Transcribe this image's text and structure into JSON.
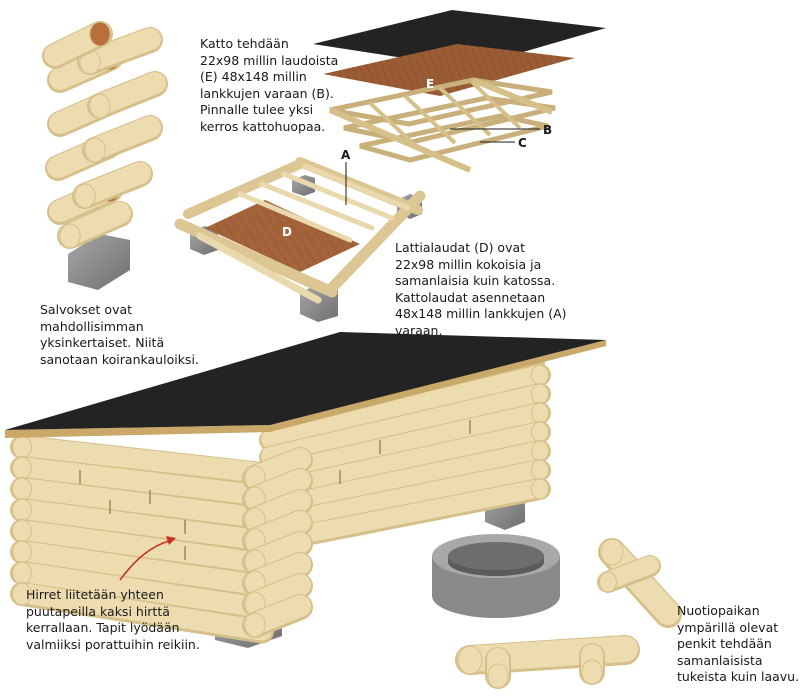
{
  "captions": {
    "roof": [
      "Katto tehdään",
      "22x98 millin laudoista",
      "(E) 48x148 millin",
      "lankkujen varaan (B).",
      "Pinnalle tulee yksi",
      "kerros kattohuopaa."
    ],
    "joints": [
      "Salvokset ovat",
      "mahdollisimman",
      "yksinkertaiset. Niitä",
      "sanotaan koirankauloiksi."
    ],
    "floor": [
      "Lattialaudat (D) ovat",
      "22x98 millin kokoisia ja",
      "samanlaisia kuin katossa.",
      "Kattolaudat asennetaan",
      "48x148 millin lankkujen (A)",
      "varaan."
    ],
    "pins": [
      "Hirret liitetään yhteen",
      "puutapeilla kaksi hirttä",
      "kerrallaan. Tapit lyödään",
      "valmiiksi porattuihin reikiin."
    ],
    "benches": [
      "Nuotiopaikan",
      "ympärillä olevat",
      "penkit tehdään",
      "samanlaisista",
      "tukeista kuin laavu."
    ]
  },
  "part_labels": {
    "a": "A",
    "b": "B",
    "c": "C",
    "d": "D",
    "e": "E"
  },
  "colors": {
    "log": "#ecdcb0",
    "log_shade": "#d6c089",
    "log_end": "#b86f3c",
    "roof_felt": "#232323",
    "boards": "#a4633a",
    "stone": "#8e8e8e",
    "arrow": "#c8321e"
  }
}
